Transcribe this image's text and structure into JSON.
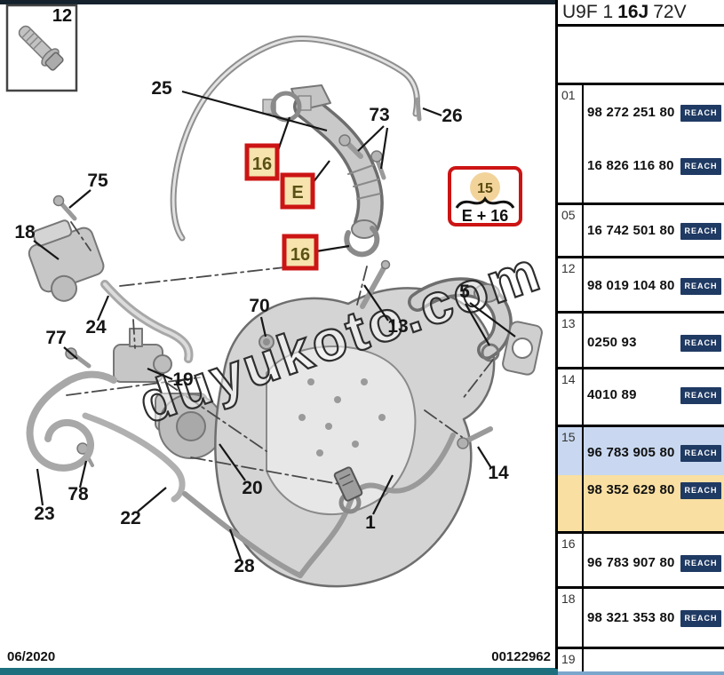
{
  "header": {
    "code_prefix": "U9F 1",
    "code_bold": "16J",
    "code_suffix": "72V"
  },
  "inset": {
    "ref": "12"
  },
  "watermark": "duyukoto.com",
  "callouts": {
    "gasket_top": "16",
    "pipe": "E",
    "clamp_bottom": "16",
    "emblem_ref": "15",
    "emblem_caption": "E + 16"
  },
  "diagram": {
    "labels": [
      "25",
      "73",
      "26",
      "75",
      "18",
      "24",
      "77",
      "19",
      "70",
      "13",
      "5",
      "14",
      "78",
      "23",
      "22",
      "20",
      "1",
      "28"
    ]
  },
  "table": {
    "reach_label": "REACH",
    "rows": [
      {
        "ref": "01",
        "parts": [
          {
            "number": "98 272 251 80"
          },
          {
            "number": "16 826 116 80"
          }
        ]
      },
      {
        "ref": "05",
        "parts": [
          {
            "number": "16 742 501 80"
          }
        ]
      },
      {
        "ref": "12",
        "parts": [
          {
            "number": "98 019 104 80"
          }
        ]
      },
      {
        "ref": "13",
        "parts": [
          {
            "number": "0250 93"
          }
        ]
      },
      {
        "ref": "14",
        "parts": [
          {
            "number": "4010 89"
          }
        ]
      },
      {
        "ref": "15",
        "parts": [
          {
            "number": "96 783 905 80",
            "highlight": "blue"
          },
          {
            "number": "98 352 629 80",
            "highlight": "orange"
          }
        ]
      },
      {
        "ref": "16",
        "parts": [
          {
            "number": "96 783 907 80"
          }
        ]
      },
      {
        "ref": "18",
        "parts": [
          {
            "number": "98 321 353 80"
          }
        ]
      },
      {
        "ref": "19",
        "parts": []
      }
    ]
  },
  "footer": {
    "date": "06/2020",
    "doc_number": "00122962"
  },
  "colors": {
    "accent_red": "#cc1414",
    "callout_bg": "#f6e3ae",
    "reach_bg": "#1f3a63",
    "highlight_blue": "#c9d8f0",
    "highlight_orange": "#f9dfa2",
    "teal_bar": "#1e6f7d",
    "light_blue_bar": "#7aa6cc",
    "navy_bar": "#15222e"
  }
}
